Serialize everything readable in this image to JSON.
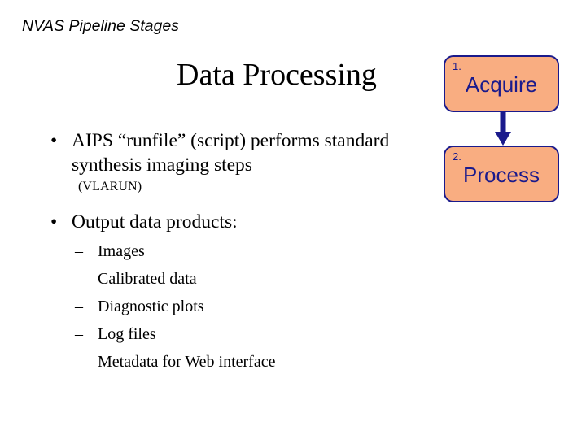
{
  "slide": {
    "header": "NVAS Pipeline Stages",
    "title": "Data Processing"
  },
  "content": {
    "bullets": [
      {
        "marker": "•",
        "text": "AIPS “runfile” (script) performs standard synthesis imaging steps",
        "note": "(VLARUN)"
      },
      {
        "marker": "•",
        "text": "Output data products:"
      }
    ],
    "sub_marker": "–",
    "sub_items": [
      "Images",
      "Calibrated data",
      "Diagnostic plots",
      "Log files",
      "Metadata for Web interface"
    ]
  },
  "diagram": {
    "colors": {
      "box_fill": "#f9ad81",
      "box_border": "#1a1a8c",
      "label_text": "#1a1a8c",
      "arrow": "#1a1a8c"
    },
    "steps": [
      {
        "number": "1.",
        "label": "Acquire"
      },
      {
        "number": "2.",
        "label": "Process"
      }
    ],
    "arrow_direction": "down"
  }
}
